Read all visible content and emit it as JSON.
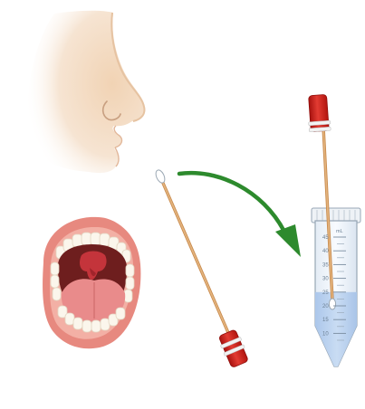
{
  "tube": {
    "unit": "mL",
    "ticks": [
      "45",
      "40",
      "35",
      "30",
      "25",
      "20",
      "15",
      "10"
    ],
    "liquid_level_ml": 25
  },
  "colors": {
    "skin": "#f3dcc4",
    "lip": "#e7897f",
    "mouth_interior": "#6e1e1e",
    "tongue": "#e98b8b",
    "teeth": "#fbf6ec",
    "swab_cap": "#d8231f",
    "swab_shaft": "#d8a46a",
    "arrow": "#2d8a2d",
    "tube_liquid": "#bcd3ef"
  },
  "icons": {
    "nose": "nose-profile-icon",
    "mouth": "open-mouth-icon",
    "swab": "cotton-swab-icon",
    "arrow": "curved-arrow-icon",
    "tube": "collection-tube-icon"
  }
}
